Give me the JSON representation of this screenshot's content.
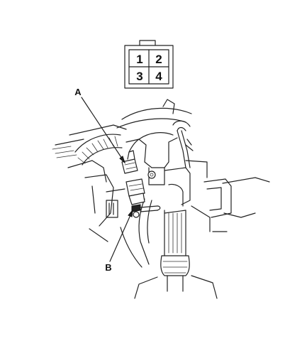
{
  "connector": {
    "pins": [
      "1",
      "2",
      "3",
      "4"
    ]
  },
  "callouts": {
    "a": "A",
    "b": "B"
  }
}
